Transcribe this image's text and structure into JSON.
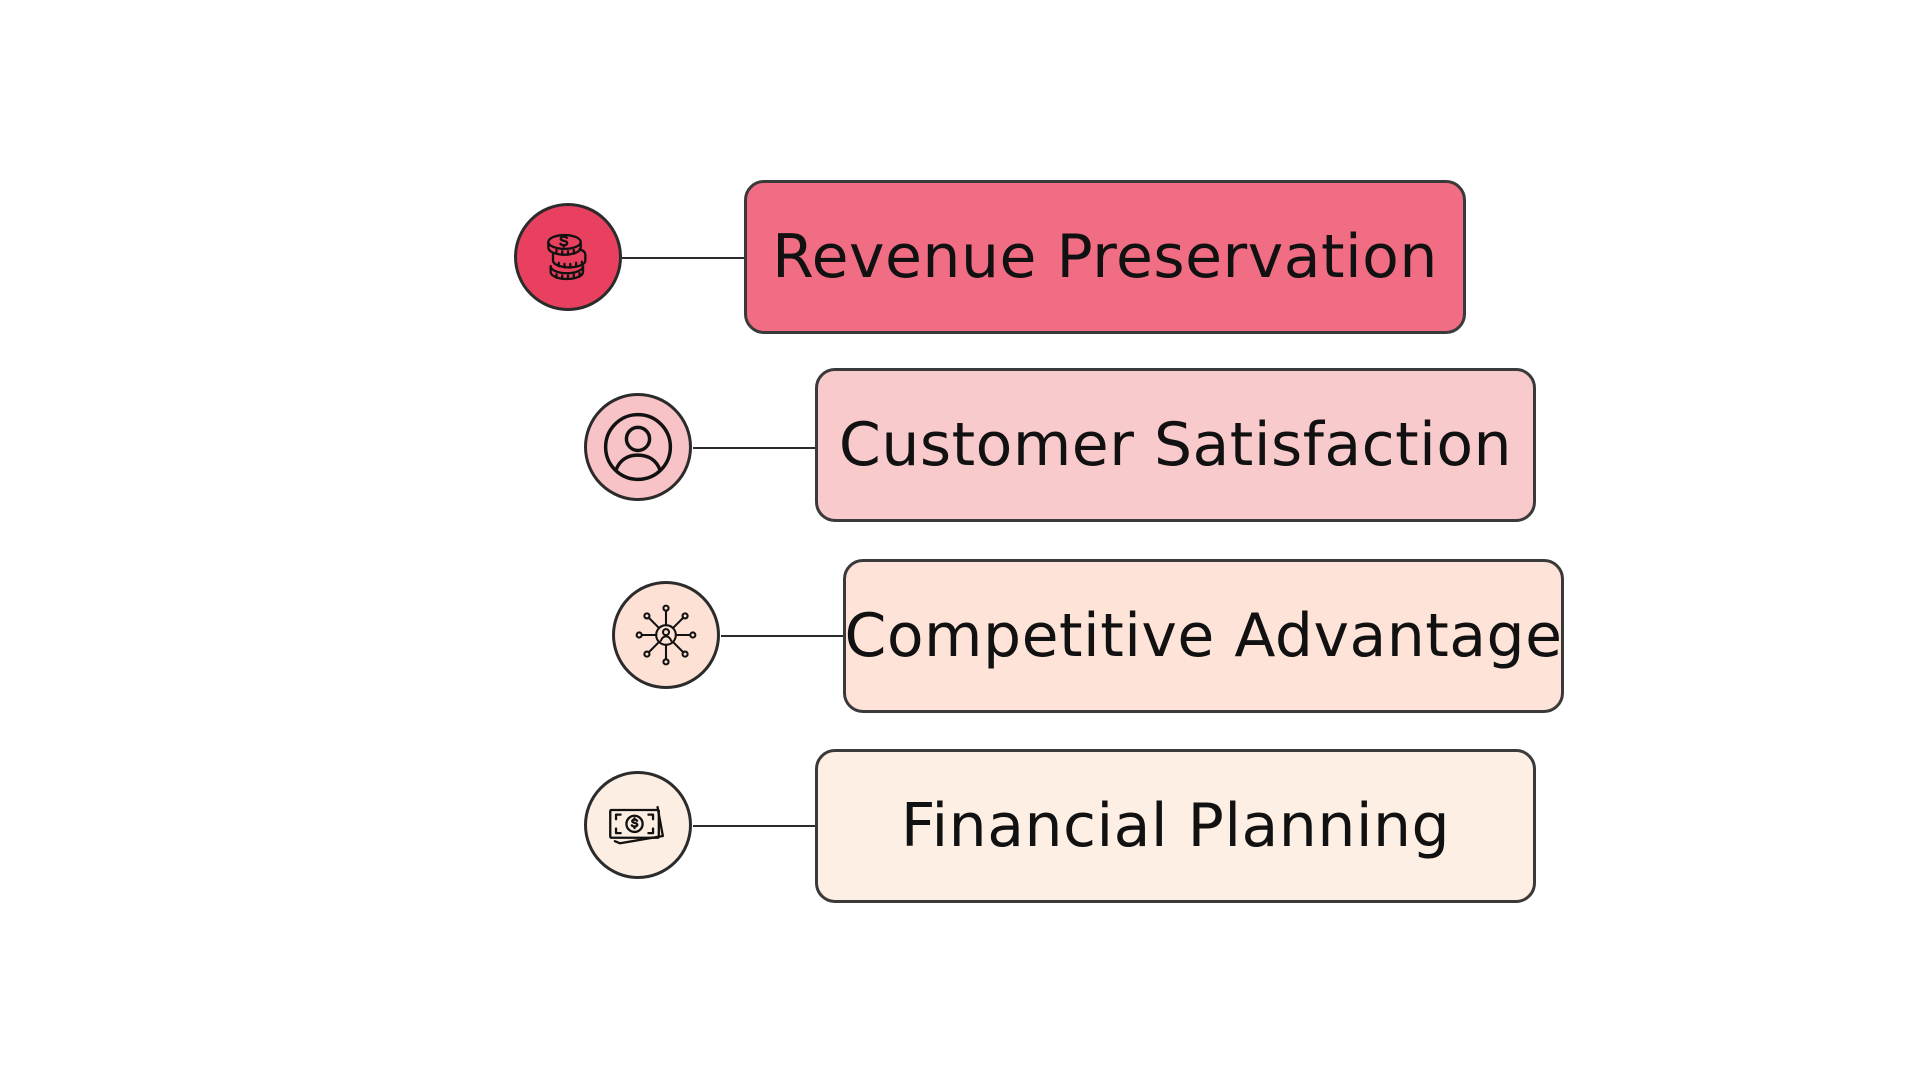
{
  "items": [
    {
      "label": "Revenue Preservation",
      "icon": "coins-icon",
      "circle_color": "#e8405e",
      "box_color": "#f06d83"
    },
    {
      "label": "Customer Satisfaction",
      "icon": "user-circle-icon",
      "circle_color": "#f7c3c6",
      "box_color": "#f9cacc"
    },
    {
      "label": "Competitive Advantage",
      "icon": "network-icon",
      "circle_color": "#fde1d5",
      "box_color": "#fde3d8"
    },
    {
      "label": "Financial Planning",
      "icon": "banknote-icon",
      "circle_color": "#fdeee3",
      "box_color": "#fdefe4"
    }
  ]
}
